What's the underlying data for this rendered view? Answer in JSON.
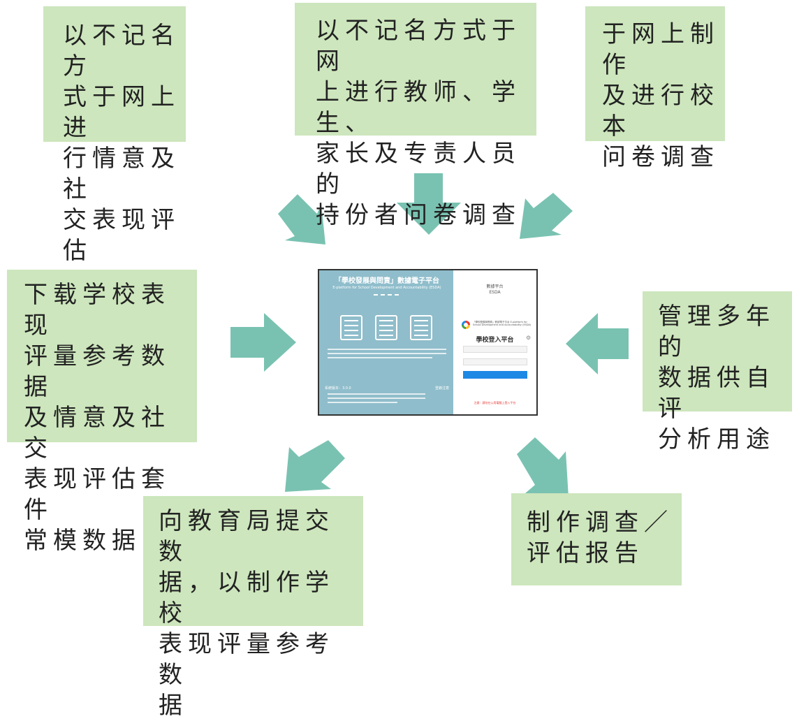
{
  "boxes": {
    "top_left": "以不记名方\n式于网上进\n行情意及社\n交表现评估",
    "top_center": "以不记名方式于网\n上进行教师、学生、\n家长及专责人员的\n持份者问卷调查",
    "top_right": "于网上制作\n及进行校本\n问卷调查",
    "middle_left": "下载学校表现\n评量参考数据\n及情意及社交\n表现评估套件\n常模数据",
    "middle_right": "管理多年的\n数据供自评\n分析用途",
    "bottom_left": "向教育局提交数\n据，以制作学校\n表现评量参考数\n据",
    "bottom_right": "制作调查／\n评估报告"
  },
  "screenshot": {
    "title": "「學校發展與問責」數據電子平台",
    "subtitle": "E-platform for School Development and Accountability (ESDA)",
    "right_header": "數據平台\nESDA",
    "logo_text": "「學校發展與問責」數據電子平台 E-platform for School Development and Accountability (ESDA)",
    "login_title": "學校登入平台",
    "version": "系統版本：3.0.0",
    "footer_right": "登錄注意",
    "note": "注意：請勿在公用電腦上登入平台"
  },
  "colors": {
    "box_fill": "#cde6bd",
    "arrow_fill": "#79c2b1",
    "screenshot_left_bg": "#8fbdcb",
    "login_button": "#1e88e5"
  },
  "icons": [
    "checklist-icon",
    "document-icon",
    "chart-icon",
    "gear-icon",
    "esda-logo-icon"
  ]
}
